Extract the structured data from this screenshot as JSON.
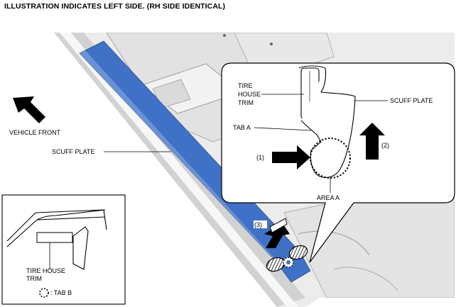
{
  "caption": "ILLUSTRATION INDICATES LEFT SIDE. (RH SIDE IDENTICAL)",
  "labels": {
    "vehicle_front": "VEHICLE FRONT",
    "scuff_plate_main": "SCUFF PLATE",
    "scuff_plate_detail": "SCUFF PLATE",
    "tire_house_trim_detail": [
      "TIRE",
      "HOUSE",
      "TRIM"
    ],
    "tab_a": "TAB A",
    "area_a": "AREA A",
    "step_1": "(1)",
    "step_2": "(2)",
    "step_3": "(3)",
    "tire_house_trim_inset": [
      "TIRE HOUSE",
      "TRIM"
    ],
    "tab_b_legend": ": TAB B"
  },
  "colors": {
    "scuff_plate_blue": "#3F72C6",
    "vehicle_body_gray": "#E6E6E6",
    "line": "#000000"
  },
  "icons": [
    "arrow-up-left-icon",
    "arrow-right-icon",
    "arrow-up-icon",
    "dotted-circle-icon",
    "hatched-oval-icon"
  ]
}
